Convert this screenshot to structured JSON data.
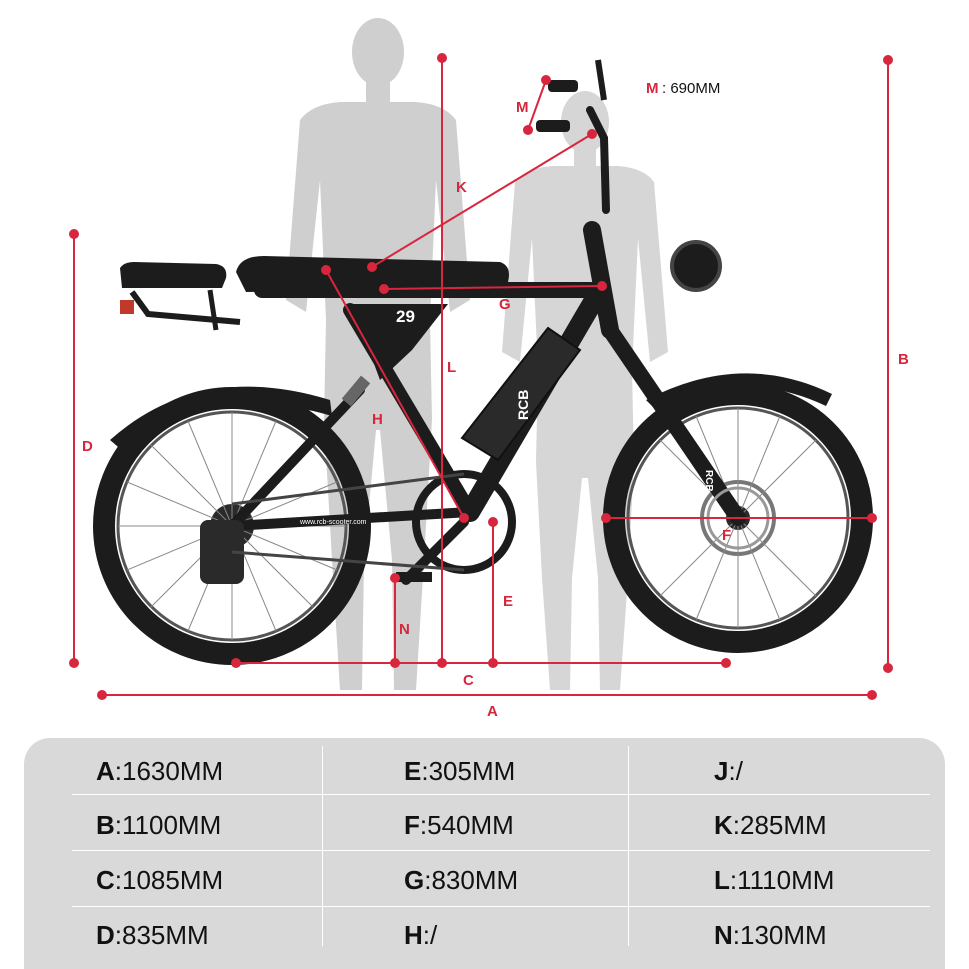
{
  "diagram": {
    "labels": {
      "a": "A",
      "b": "B",
      "c": "C",
      "d": "D",
      "e": "E",
      "f": "F",
      "g": "G",
      "h": "H",
      "k": "K",
      "l": "L",
      "m": "M",
      "n": "N"
    },
    "bike_text": {
      "frame_number": "29",
      "battery_brand": "RCB",
      "fork_brand": "RCB",
      "chainstay_text": "www.rcb-scooter.com"
    },
    "callout": {
      "letter": "M",
      "value": ": 690MM"
    },
    "colors": {
      "dimension": "#d7263d",
      "silhouette": "#cfcfcf",
      "bike": "#1c1c1c"
    }
  },
  "specs": {
    "col1": [
      {
        "key": "A",
        "value": ":1630MM"
      },
      {
        "key": "B",
        "value": ":1100MM"
      },
      {
        "key": "C",
        "value": ":1085MM"
      },
      {
        "key": "D",
        "value": ":835MM"
      }
    ],
    "col2": [
      {
        "key": "E",
        "value": ":305MM"
      },
      {
        "key": "F",
        "value": ":540MM"
      },
      {
        "key": "G",
        "value": ":830MM"
      },
      {
        "key": "H",
        "value": ":/"
      }
    ],
    "col3": [
      {
        "key": "J",
        "value": ":/"
      },
      {
        "key": "K",
        "value": ":285MM"
      },
      {
        "key": "L",
        "value": ":1110MM"
      },
      {
        "key": "N",
        "value": ":130MM"
      }
    ]
  }
}
